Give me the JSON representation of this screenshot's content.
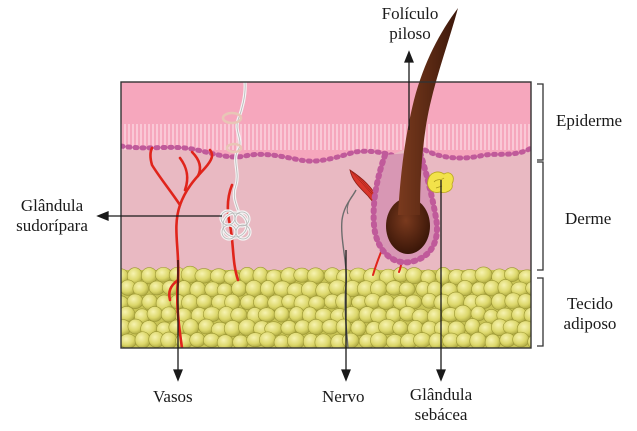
{
  "labels": {
    "foliculo_line1": "Folículo",
    "foliculo_line2": "piloso",
    "epiderme": "Epiderme",
    "derme": "Derme",
    "tecido_line1": "Tecido",
    "tecido_line2": "adiposo",
    "glandula_sudoripara_line1": "Glândula",
    "glandula_sudoripara_line2": "sudorípara",
    "vasos": "Vasos",
    "nervo": "Nervo",
    "glandula_sebacea_line1": "Glândula",
    "glandula_sebacea_line2": "sebácea"
  },
  "colors": {
    "epidermis": "#f6a7bd",
    "dermis": "#e9b9c2",
    "adipose": "#e7e27c",
    "hair": "#5c2a14",
    "vessel": "#e0241b",
    "cell_border": "#c05a9a"
  }
}
